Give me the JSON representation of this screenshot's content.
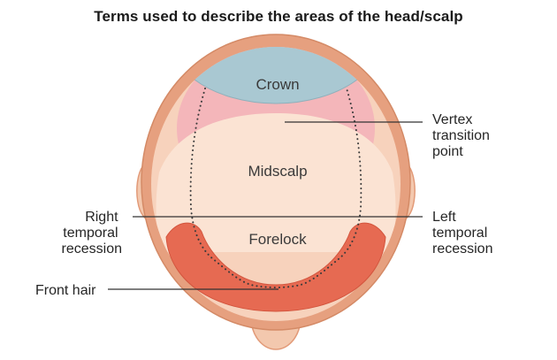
{
  "title": "Terms used to describe the areas of the head/scalp",
  "regions": {
    "crown": "Crown",
    "midscalp": "Midscalp",
    "forelock": "Forelock"
  },
  "callouts": {
    "vertex": [
      "Vertex",
      "transition",
      "point"
    ],
    "right_temporal": [
      "Right",
      "temporal",
      "recession"
    ],
    "left_temporal": [
      "Left",
      "temporal",
      "recession"
    ],
    "front_hair": "Front hair"
  },
  "colors": {
    "skin_outer": "#e6a07f",
    "skin_inner": "#f7d2bc",
    "scalp_main": "#fbe3d3",
    "pink_zone": "#f4b6ba",
    "crown": "#a9c8d2",
    "front_hair": "#e66a52"
  }
}
